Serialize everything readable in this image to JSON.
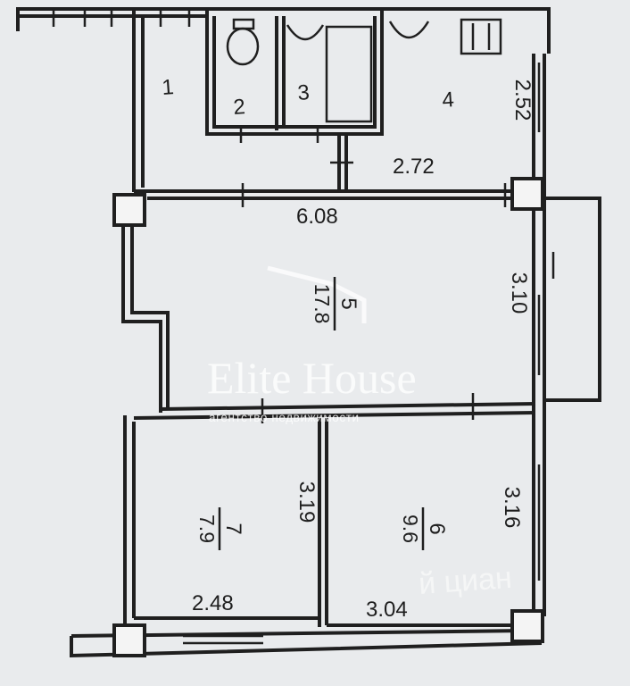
{
  "rooms": [
    {
      "number": "1"
    },
    {
      "number": "2"
    },
    {
      "number": "3"
    },
    {
      "number": "4"
    },
    {
      "number": "5",
      "area": "17.8"
    },
    {
      "number": "6",
      "area": "9.6"
    },
    {
      "number": "7",
      "area": "7.9"
    }
  ],
  "dimensions": {
    "room4_side": "2.52",
    "room4_bottom": "2.72",
    "room5_top": "6.08",
    "room5_side": "3.10",
    "room7_side": "3.19",
    "room7_bottom": "2.48",
    "room6_side": "3.16",
    "room6_bottom": "3.04"
  },
  "watermark": {
    "brand": "Elite House",
    "tagline": "агентство недвижимости",
    "corner": "й циан"
  },
  "colors": {
    "background": "#e9ebed",
    "wall": "#1f1f1f",
    "watermark": "#ffffff"
  }
}
